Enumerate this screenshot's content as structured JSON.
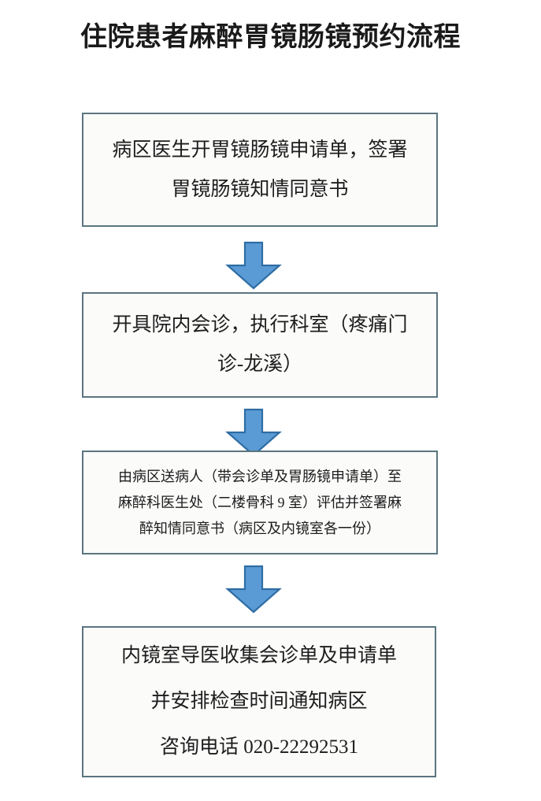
{
  "document": {
    "title": "住院患者麻醉胃镜肠镜预约流程",
    "type": "flowchart"
  },
  "theme": {
    "page_background": "#ffffff",
    "title_color": "#1a1a1a",
    "box_border": "#5b757f",
    "box_fill": "#fbfbfa",
    "box_text": "#1d1d1d",
    "arrow_fill": "#5b9bd5",
    "arrow_stroke": "#2e6da4"
  },
  "flow": {
    "steps": [
      {
        "id": "step-1",
        "lines": [
          "病区医生开胃镜肠镜申请单，签署",
          "胃镜肠镜知情同意书"
        ]
      },
      {
        "id": "step-2",
        "lines": [
          "开具院内会诊，执行科室（疼痛门",
          "诊-龙溪）"
        ]
      },
      {
        "id": "step-3",
        "lines": [
          "由病区送病人（带会诊单及胃肠镜申请单）至",
          "麻醉科医生处（二楼骨科 9 室）评估并签署麻",
          "醉知情同意书（病区及内镜室各一份）"
        ]
      },
      {
        "id": "step-4",
        "lines": [
          "内镜室导医收集会诊单及申请单",
          "并安排检查时间通知病区",
          "咨询电话 020-22292531"
        ]
      }
    ],
    "connectors": [
      {
        "id": "connector-1",
        "icon": "down-arrow-icon",
        "from": "step-1",
        "to": "step-2"
      },
      {
        "id": "connector-2",
        "icon": "down-arrow-icon",
        "from": "step-2",
        "to": "step-3"
      },
      {
        "id": "connector-3",
        "icon": "down-arrow-icon",
        "from": "step-3",
        "to": "step-4"
      }
    ]
  },
  "contact": {
    "phone": "020-22292531"
  }
}
